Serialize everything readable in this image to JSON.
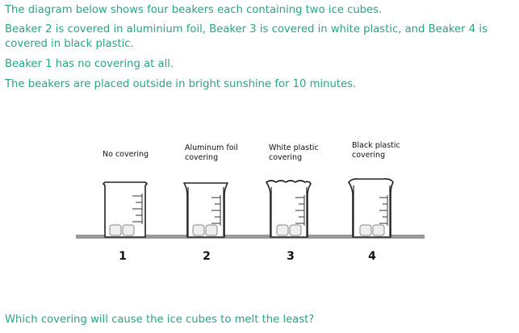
{
  "question": {
    "line1": "The diagram below shows four beakers each containing two ice cubes.",
    "line2": "Beaker 2 is covered in aluminium foil, Beaker 3 is covered in white plastic, and Beaker 4 is covered in black plastic.",
    "line3": "Beaker 1 has no covering at all.",
    "line4": "The beakers are placed outside in bright sunshine for 10 minutes.",
    "prompt": "Which covering will cause the ice cubes to melt the least?"
  },
  "beakers": [
    {
      "number": "1",
      "label_lines": [
        "No covering"
      ]
    },
    {
      "number": "2",
      "label_lines": [
        "Aluminum foil",
        "covering"
      ]
    },
    {
      "number": "3",
      "label_lines": [
        "White plastic",
        "covering"
      ]
    },
    {
      "number": "4",
      "label_lines": [
        "Black plastic",
        "covering"
      ]
    }
  ],
  "colors": {
    "text": "#2aa57f",
    "shelf": "#9a9a9a"
  }
}
